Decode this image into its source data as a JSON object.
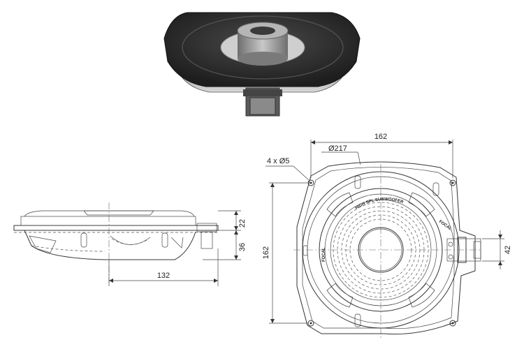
{
  "dimensions": {
    "side_width": "132",
    "side_height_top": "22",
    "side_height_total": "36",
    "front_width": "162",
    "front_height": "162",
    "front_depth_right": "42",
    "cone_diameter": "Ø217",
    "holes": "4 x Ø5"
  },
  "labels": {
    "cone_text": "HIGH SPL SUBWOOFER",
    "brand_left": "FOCAL",
    "brand_right": "FOCAL"
  },
  "colors": {
    "rubber": "#2e2e2e",
    "frame": "#3a3a3a",
    "hub": "#9a9a9a",
    "line": "#333333"
  }
}
